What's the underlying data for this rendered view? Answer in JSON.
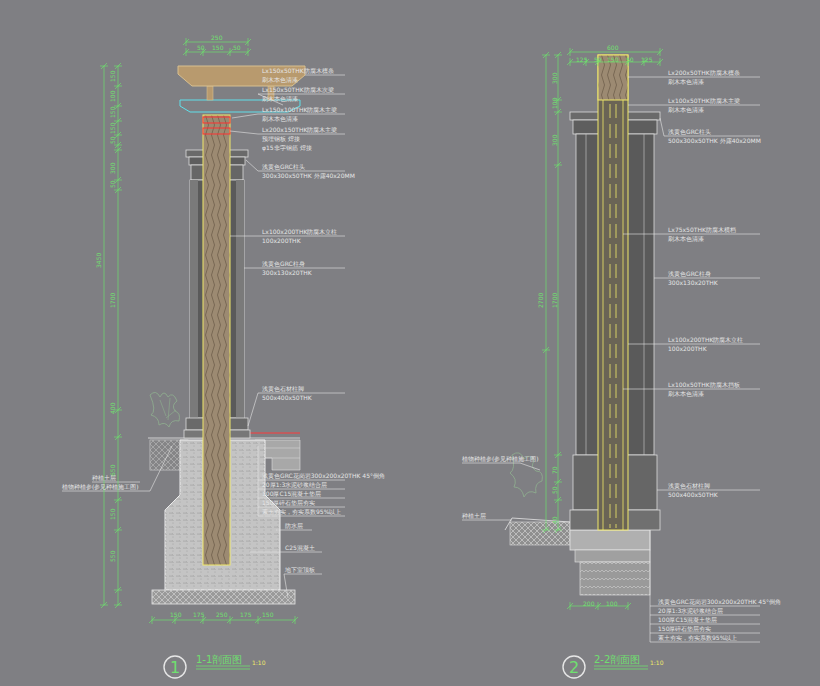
{
  "diagram": {
    "nodes": [
      {
        "text": [
          "1"
        ]
      },
      {
        "text": [
          "2"
        ]
      }
    ],
    "labels": [
      "Lx150x50THK防腐木檩条",
      "刷木本色清漆",
      "Lx150x50THK防腐木次梁",
      "刷木本色清漆",
      "Lx150x100THK防腐木主梁",
      "刷木本色清漆",
      "Lx200x150THK防腐木主梁",
      "预埋钢板 焊接",
      "φ15非字钢筋 焊接",
      "浅黄色GRC柱头",
      "300x300x50THK 外露40x20MM",
      "Lx100x200THK防腐木立柱",
      "100x200THK",
      "浅黄色GRC柱身",
      "300x130x20THK",
      "浅黄色石材柱脚",
      "500x400x50THK",
      "浅黄色GRC花岗岩300x200x20THK 45°倒角",
      "20厚1:3水泥砂浆结合层",
      "100厚C15混凝土垫层",
      "150厚碎石垫层夯实",
      "素土夯实，夯实系数95%以上",
      "防水层",
      "C25混凝土",
      "地下室顶板",
      "种植土层",
      "植物种植参(参见种植施工图)",
      "250",
      "50",
      "150",
      "50",
      "150",
      "100",
      "150",
      "150",
      "50",
      "300",
      "50",
      "3450",
      "1700",
      "400",
      "650",
      "150",
      "550",
      "150",
      "175",
      "250",
      "175",
      "150",
      "600",
      "125",
      "50",
      "150",
      "50",
      "125",
      "300",
      "100",
      "300",
      "2700",
      "1700",
      "70",
      "50",
      "40",
      "200",
      "100",
      "Lx200x50THK防腐木檩条",
      "刷木本色清漆",
      "Lx100x50THK防腐木主梁",
      "刷木本色清漆",
      "浅黄色GRC柱头",
      "500x300x50THK 外露40x20MM",
      "Lx75x50THK防腐木横档",
      "刷木本色清漆",
      "浅黄色GRC柱身",
      "300x130x20THK",
      "Lx100x200THK防腐木立柱",
      "100x200THK",
      "Lx100x50THK防腐木挡板",
      "刷木本色清漆",
      "浅黄色石材柱脚",
      "500x400x50THK",
      "植物种植参(参见种植施工图)",
      "种植土层",
      "浅黄色GRC花岗岩300x200x20THK 45°倒角",
      "20厚1:3水泥砂浆结合层",
      "100厚C15混凝土垫层",
      "150厚碎石垫层夯实",
      "素土夯实，夯实系数95%以上",
      "1-1剖面图",
      "1:10",
      "2-2剖面图",
      "1:10"
    ]
  }
}
